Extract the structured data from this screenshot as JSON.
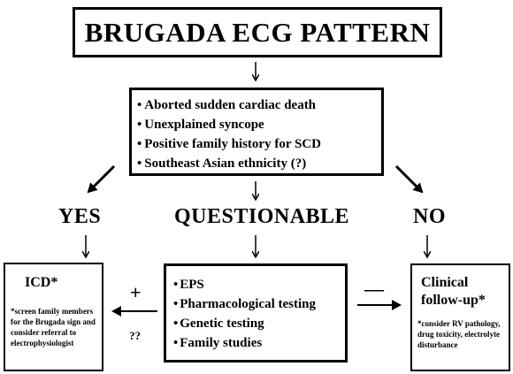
{
  "title": "BRUGADA ECG PATTERN",
  "criteria": [
    "Aborted sudden cardiac death",
    "Unexplained syncope",
    "Positive family history for SCD",
    "Southeast Asian ethnicity (?)"
  ],
  "branches": {
    "yes": "YES",
    "questionable": "QUESTIONABLE",
    "no": "NO"
  },
  "icd": {
    "title": "ICD*",
    "note": "*screen family members for the Brugada sign and consider referral to electrophysiologist"
  },
  "tests": [
    "EPS",
    "Pharmacological testing",
    "Genetic testing",
    "Family studies"
  ],
  "followup": {
    "title": "Clinical follow-up*",
    "note": "*consider RV pathology, drug toxicity, electrolyte disturbance"
  },
  "result_labels": {
    "positive": "+",
    "uncertain": "??",
    "negative": "—"
  }
}
